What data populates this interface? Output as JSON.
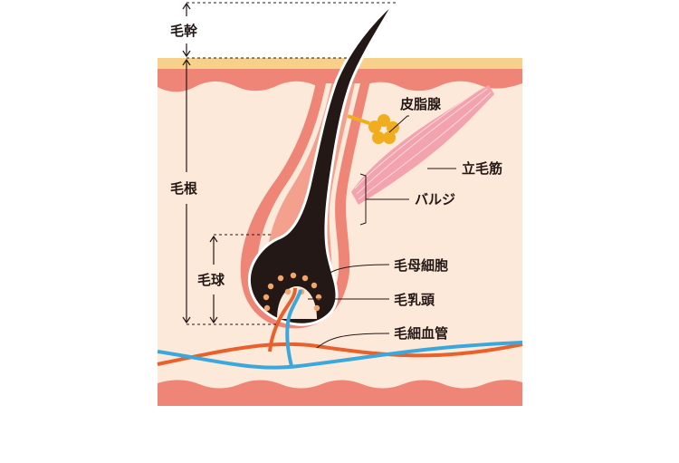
{
  "labels": {
    "hair_shaft": "毛幹",
    "hair_root": "毛根",
    "hair_bulb": "毛球",
    "sebaceous_gland": "皮脂腺",
    "arrector_pili": "立毛筋",
    "bulge": "バルジ",
    "hair_matrix_cells": "毛母細胞",
    "dermal_papilla": "毛乳頭",
    "capillary": "毛細血管"
  },
  "colors": {
    "epidermis_top": "#f7d08a",
    "skin_pink": "#ee8577",
    "dermis": "#fde9da",
    "sheath": "#f4a08e",
    "hair": "#231815",
    "sebaceous": "#f0ad1e",
    "muscle": "#f2a3ad",
    "artery": "#e8602c",
    "vein": "#3aa7dd",
    "matrix_dots": "#f6a56a"
  }
}
